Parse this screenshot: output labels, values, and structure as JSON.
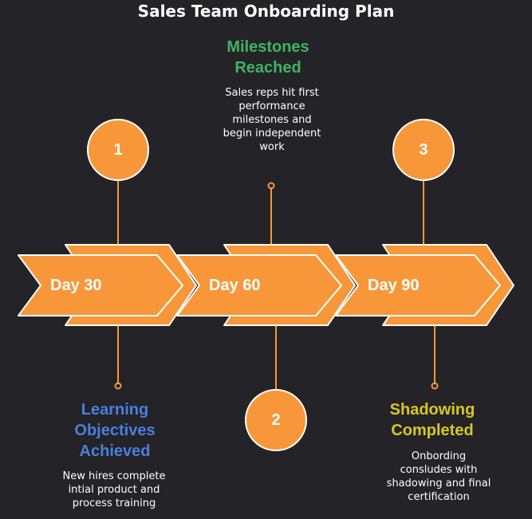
{
  "title": "Sales Team Onboarding Plan",
  "colors": {
    "background": "#242327",
    "accent": "#F7973A",
    "outline": "#ffffff",
    "milestone_1_heading": "#4A7FE0",
    "milestone_2_heading": "#3DB562",
    "milestone_3_heading": "#D9C722"
  },
  "stages": [
    {
      "day": "Day 30",
      "number": "1"
    },
    {
      "day": "Day 60",
      "number": "2"
    },
    {
      "day": "Day 90",
      "number": "3"
    }
  ],
  "milestones": [
    {
      "heading_lines": [
        "Learning",
        "Objectives",
        "Achieved"
      ],
      "desc_lines": [
        "New hires complete",
        "intial product and",
        "process training"
      ]
    },
    {
      "heading_lines": [
        "Milestones",
        "Reached"
      ],
      "desc_lines": [
        "Sales reps hit first",
        "performance",
        "milestones and",
        "begin independent",
        "work"
      ]
    },
    {
      "heading_lines": [
        "Shadowing",
        "Completed"
      ],
      "desc_lines": [
        "Onbording",
        "consludes with",
        "shadowing and final",
        "certification"
      ]
    }
  ]
}
